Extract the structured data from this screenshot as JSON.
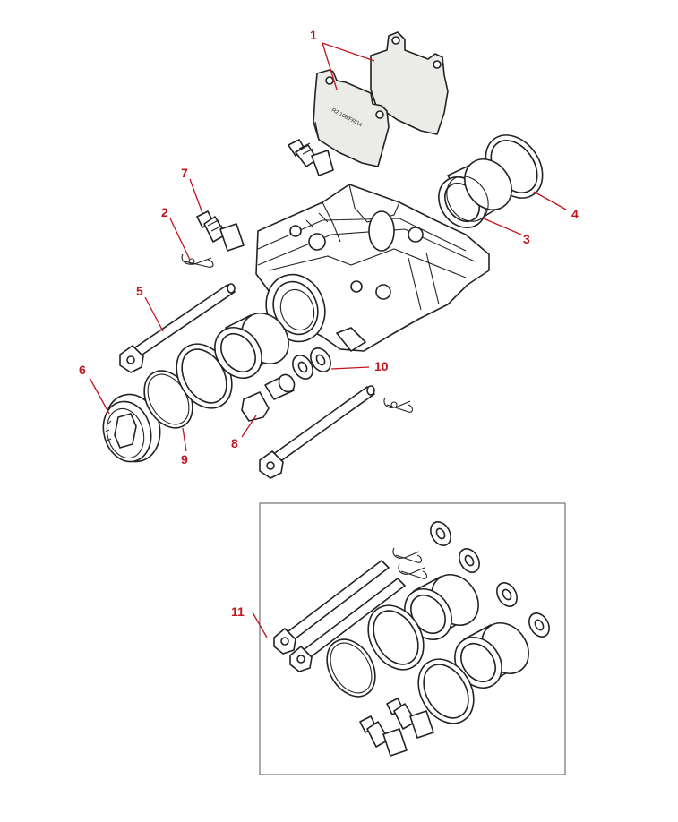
{
  "diagram": {
    "accent_color": "#c0141e",
    "pad_marking": "R2 108/FR/14",
    "callouts": [
      {
        "id": "1",
        "label": "1"
      },
      {
        "id": "2",
        "label": "2"
      },
      {
        "id": "3",
        "label": "3"
      },
      {
        "id": "4",
        "label": "4"
      },
      {
        "id": "5",
        "label": "5"
      },
      {
        "id": "6",
        "label": "6"
      },
      {
        "id": "7",
        "label": "7"
      },
      {
        "id": "8",
        "label": "8"
      },
      {
        "id": "9",
        "label": "9"
      },
      {
        "id": "10",
        "label": "10"
      },
      {
        "id": "11",
        "label": "11"
      }
    ]
  }
}
